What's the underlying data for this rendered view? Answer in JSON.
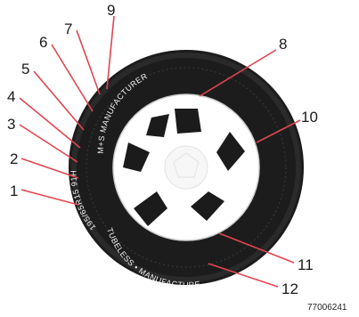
{
  "callouts": [
    {
      "label": "1"
    },
    {
      "label": "2"
    },
    {
      "label": "3"
    },
    {
      "label": "4"
    },
    {
      "label": "5"
    },
    {
      "label": "6"
    },
    {
      "label": "7"
    },
    {
      "label": "8"
    },
    {
      "label": "9"
    },
    {
      "label": "10"
    },
    {
      "label": "11"
    },
    {
      "label": "12"
    }
  ],
  "tire_text": {
    "top": "M+S MANUFACTURER",
    "size": "195/65R15 91H",
    "bottom": "TUBELESS  •  MANUFACTURE"
  },
  "reference_code": "77006241",
  "colors": {
    "leader": "#e0454f",
    "tire": "#161616",
    "rim": "#ffffff"
  }
}
